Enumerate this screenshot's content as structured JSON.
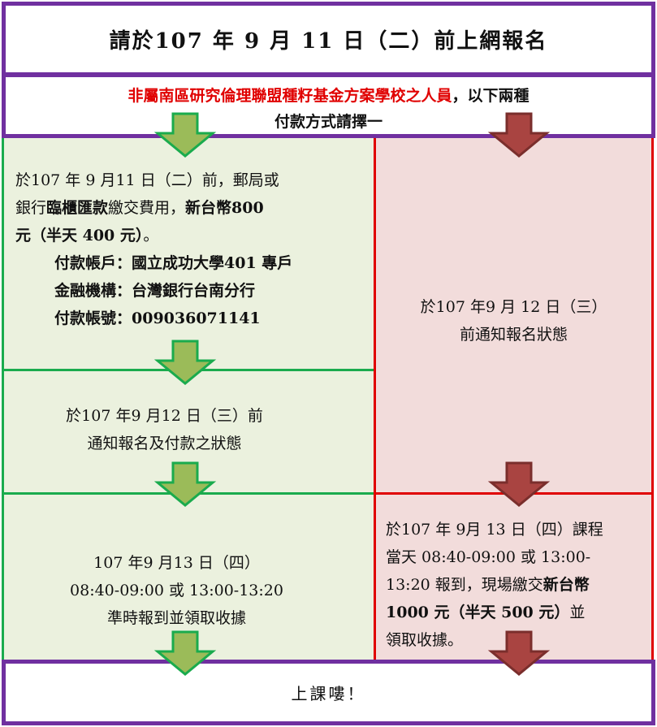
{
  "header": {
    "title": "請於107 年 9 月 11 日（二）前上網報名"
  },
  "intro": {
    "highlight": "非屬南區研究倫理聯盟種籽基金方案學校之人員",
    "rest": "，以下兩種",
    "line2": "付款方式請擇一"
  },
  "left": {
    "step1": {
      "p1": "於107 年 9 月11 日（二）前，郵局或",
      "p2a": "銀行",
      "p2b": "臨櫃匯款",
      "p2c": "繳交費用，",
      "p2d": "新台幣800",
      "p3": "元（半天 400 元）",
      "p3end": "。",
      "account": "付款帳戶：國立成功大學401 專戶",
      "bank": "金融機構：台灣銀行台南分行",
      "number": "付款帳號：009036071141"
    },
    "step2": {
      "line1": "於107 年9 月12 日（三）前",
      "line2": "通知報名及付款之狀態"
    },
    "step3": {
      "line1": "107 年9 月13 日（四）",
      "line2": "08:40-09:00 或 13:00-13:20",
      "line3": "準時報到並領取收據"
    }
  },
  "right": {
    "step1": {
      "line1": "於107 年9 月 12 日（三）",
      "line2": "前通知報名狀態"
    },
    "step2": {
      "l1": "於107 年 9月 13 日（四）課程",
      "l2": "當天 08:40-09:00 或 13:00-",
      "l3a": "13:20 報到，現場繳交",
      "l3b": "新台幣",
      "l4": "1000 元（半天 500 元）",
      "l4end": "並",
      "l5": "領取收據。"
    }
  },
  "footer": {
    "text": "上課嘍！"
  },
  "colors": {
    "purple": "#7030a0",
    "green_border": "#1aab4d",
    "green_fill": "#ebf1de",
    "pink_fill": "#f2dcdb",
    "red": "#e00000",
    "green_arrow": "#9bbb59",
    "red_arrow": "#a94441"
  }
}
